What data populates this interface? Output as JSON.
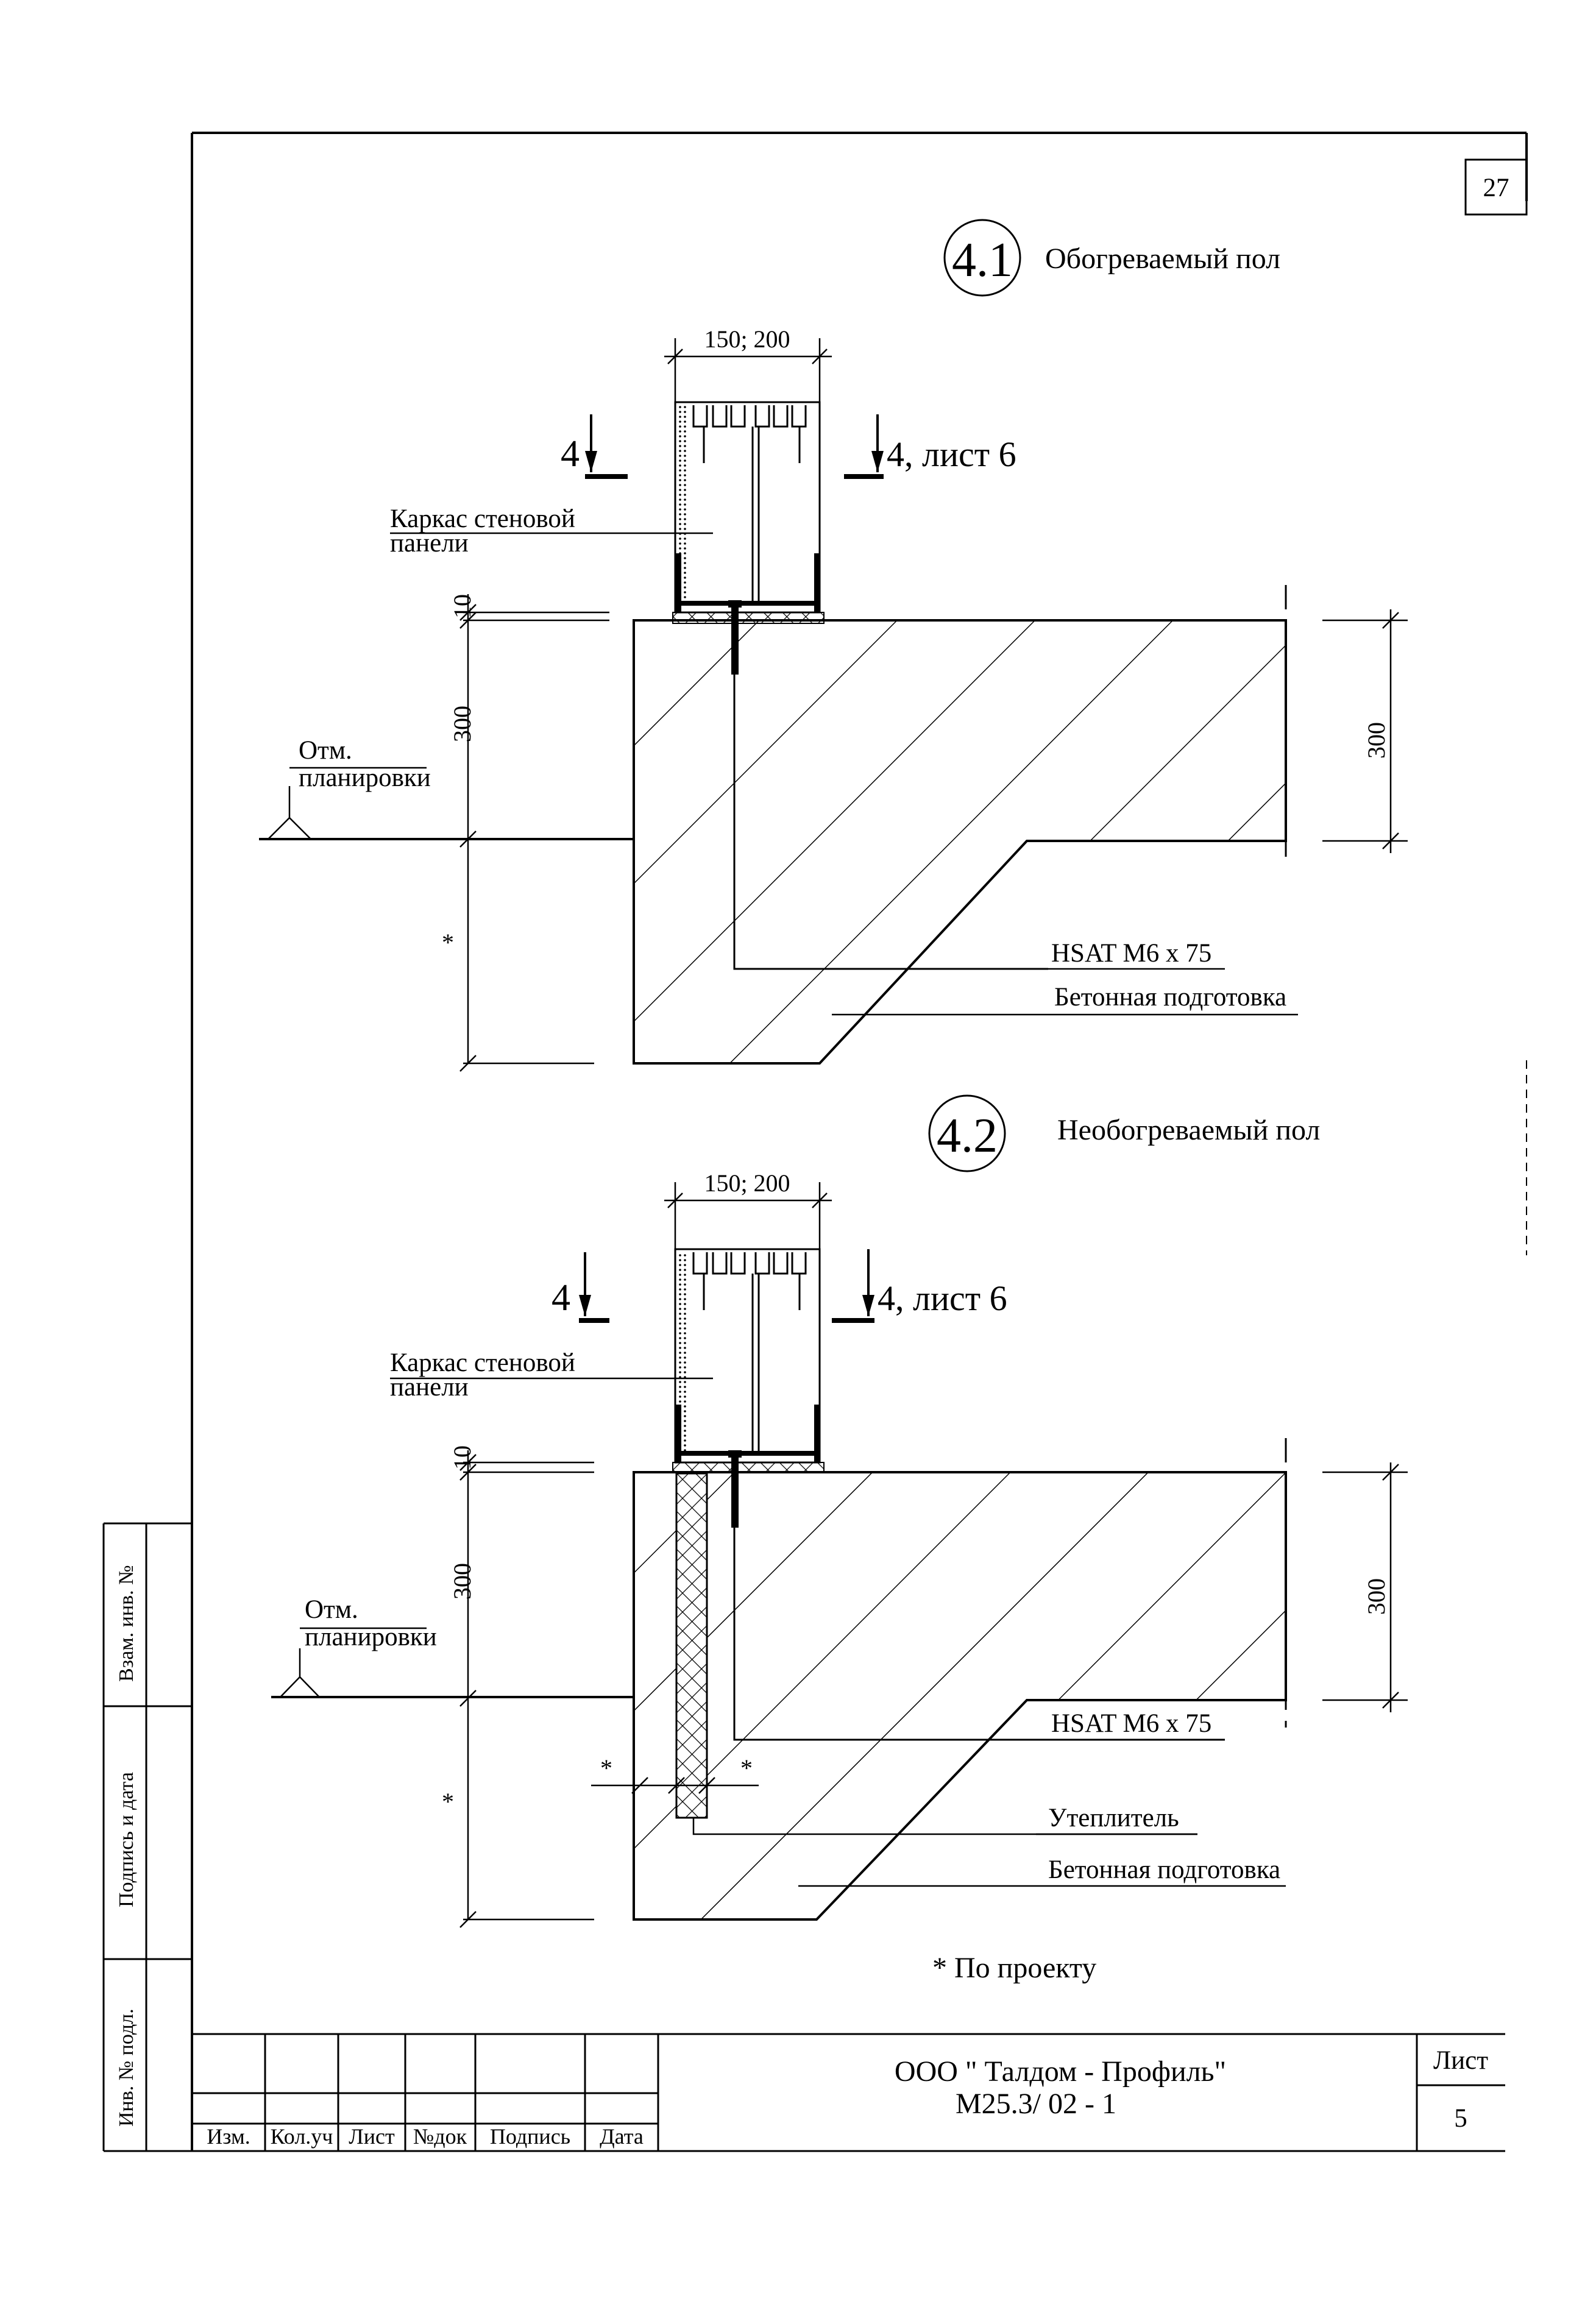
{
  "sheet_number_top": "27",
  "detail_1": {
    "marker": "4.1",
    "title": "Обогреваемый пол",
    "width_dim": "150; 200",
    "section_left": "4",
    "section_right": "4, лист 6",
    "frame_label_1": "Каркас стеновой",
    "frame_label_2": "панели",
    "dim_top": "10",
    "dim_height": "300",
    "dim_right": "300",
    "grade_label_1": "Отм.",
    "grade_label_2": "планировки",
    "star": "*",
    "anchor_label": "HSAT  M6 x 75",
    "concrete_label": "Бетонная подготовка"
  },
  "detail_2": {
    "marker": "4.2",
    "title": "Необогреваемый пол",
    "width_dim": "150; 200",
    "section_left": "4",
    "section_right": "4, лист 6",
    "frame_label_1": "Каркас стеновой",
    "frame_label_2": "панели",
    "dim_top": "10",
    "dim_height": "300",
    "dim_right": "300",
    "grade_label_1": "Отм.",
    "grade_label_2": "планировки",
    "star": "*",
    "anchor_label": "HSAT  M6 x 75",
    "insulation_label": "Утеплитель",
    "concrete_label": "Бетонная подготовка"
  },
  "footnote": "* По проекту",
  "side_stamp": {
    "vzam": "Взам. инв. №",
    "podpis": "Подпись и дата",
    "inv": "Инв. № подл."
  },
  "title_block": {
    "headers": [
      "Изм.",
      "Кол.уч",
      "Лист",
      "№док",
      "Подпись",
      "Дата"
    ],
    "company": "ООО \" Талдом - Профиль\"",
    "code": "М25.3/ 02 - 1",
    "sheet_label": "Лист",
    "sheet_no": "5"
  }
}
